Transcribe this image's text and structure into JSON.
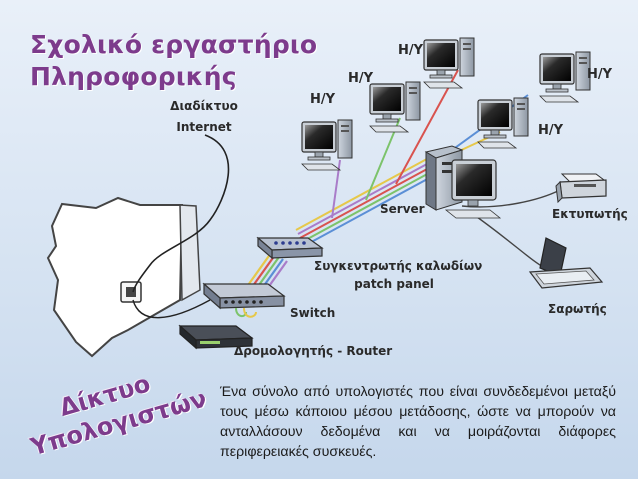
{
  "title": {
    "line1": "Σχολικό εργαστήριο",
    "line2": "Πληροφορικής"
  },
  "labels": {
    "internet_line1": "Διαδίκτυο",
    "internet_line2": "Internet",
    "pc": "Η/Υ",
    "server": "Server",
    "printer": "Εκτυπωτής",
    "patch_line1": "Συγκεντρωτής καλωδίων",
    "patch_line2": "patch panel",
    "scanner": "Σαρωτής",
    "switch": "Switch",
    "router": "Δρομολογητής - Router"
  },
  "subtitle": {
    "line1": "Δίκτυο",
    "line2": "Υπολογιστών"
  },
  "description": "Ένα σύνολο από υπολογιστές που είναι συνδεδεμένοι μεταξύ τους μέσω κάποιου μέσου μετάδοσης, ώστε να μπορούν να ανταλλάσουν δεδομένα και να μοιράζονται διάφορες περιφερειακές συσκευές.",
  "colors": {
    "title": "#7d3b8c",
    "background": "#dce7f4",
    "cable_red": "#d9534f",
    "cable_green": "#7cc36b",
    "cable_blue": "#5b8fd6",
    "cable_purple": "#a97cc9",
    "cable_yellow": "#e6c84a"
  }
}
